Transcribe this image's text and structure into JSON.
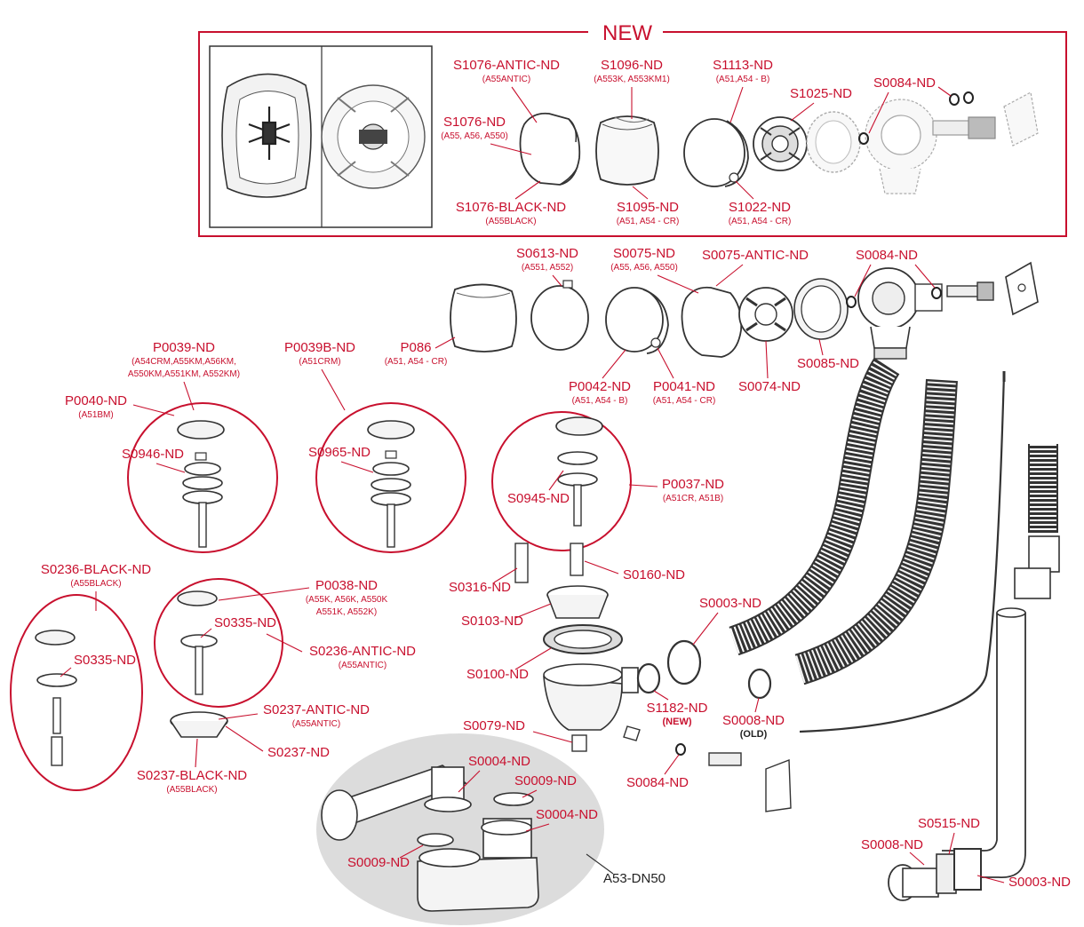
{
  "new_section": {
    "title": "NEW",
    "parts": [
      {
        "id": "n1",
        "code": "S1076-ANTIC-ND",
        "models": "(A55ANTIC)"
      },
      {
        "id": "n2",
        "code": "S1096-ND",
        "models": "(A553K, A553KM1)"
      },
      {
        "id": "n3",
        "code": "S1113-ND",
        "models": "(A51,A54 - B)"
      },
      {
        "id": "n4",
        "code": "S1025-ND",
        "models": ""
      },
      {
        "id": "n5",
        "code": "S0084-ND",
        "models": ""
      },
      {
        "id": "n6",
        "code": "S1076-ND",
        "models": "(A55, A56, A550)"
      },
      {
        "id": "n7",
        "code": "S1076-BLACK-ND",
        "models": "(A55BLACK)"
      },
      {
        "id": "n8",
        "code": "S1095-ND",
        "models": "(A51, A54 - CR)"
      },
      {
        "id": "n9",
        "code": "S1022-ND",
        "models": "(A51, A54 - CR)"
      }
    ]
  },
  "main_parts": [
    {
      "id": "m1",
      "code": "S0613-ND",
      "models": "(A551, A552)"
    },
    {
      "id": "m2",
      "code": "S0075-ND",
      "models": "(A55, A56, A550)"
    },
    {
      "id": "m3",
      "code": "S0075-ANTIC-ND",
      "models": ""
    },
    {
      "id": "m4",
      "code": "S0084-ND",
      "models": ""
    },
    {
      "id": "m5",
      "code": "P086",
      "models": "(A51, A54 - CR)"
    },
    {
      "id": "m6",
      "code": "S0085-ND",
      "models": ""
    },
    {
      "id": "m7",
      "code": "P0042-ND",
      "models": "(A51, A54 - B)"
    },
    {
      "id": "m8",
      "code": "P0041-ND",
      "models": "(A51, A54 - CR)"
    },
    {
      "id": "m9",
      "code": "S0074-ND",
      "models": ""
    },
    {
      "id": "m10",
      "code": "P0039-ND",
      "models": "(A54CRM,A55KM,A56KM,",
      "models2": "A550KM,A551KM, A552KM)"
    },
    {
      "id": "m11",
      "code": "P0039B-ND",
      "models": "(A51CRM)"
    },
    {
      "id": "m12",
      "code": "P0040-ND",
      "models": "(A51BM)"
    },
    {
      "id": "m13",
      "code": "S0946-ND",
      "models": ""
    },
    {
      "id": "m14",
      "code": "S0965-ND",
      "models": ""
    },
    {
      "id": "m15",
      "code": "S0945-ND",
      "models": ""
    },
    {
      "id": "m16",
      "code": "P0037-ND",
      "models": "(A51CR, A51B)"
    },
    {
      "id": "m17",
      "code": "S0316-ND",
      "models": ""
    },
    {
      "id": "m18",
      "code": "S0160-ND",
      "models": ""
    },
    {
      "id": "m19",
      "code": "S0103-ND",
      "models": ""
    },
    {
      "id": "m20",
      "code": "S0100-ND",
      "models": ""
    },
    {
      "id": "m21",
      "code": "S0003-ND",
      "models": ""
    },
    {
      "id": "m22",
      "code": "S0236-BLACK-ND",
      "models": "(A55BLACK)"
    },
    {
      "id": "m23",
      "code": "P0038-ND",
      "models": "(A55K, A56K, A550K",
      "models2": "A551K, A552K)"
    },
    {
      "id": "m24",
      "code": "S0335-ND",
      "models": ""
    },
    {
      "id": "m25",
      "code": "S0335-ND",
      "models": ""
    },
    {
      "id": "m26",
      "code": "S0236-ANTIC-ND",
      "models": "(A55ANTIC)"
    },
    {
      "id": "m27",
      "code": "S0237-ANTIC-ND",
      "models": "(A55ANTIC)"
    },
    {
      "id": "m28",
      "code": "S0237-ND",
      "models": ""
    },
    {
      "id": "m29",
      "code": "S0237-BLACK-ND",
      "models": "(A55BLACK)"
    },
    {
      "id": "m30",
      "code": "S1182-ND",
      "models": "",
      "note": "(NEW)"
    },
    {
      "id": "m31",
      "code": "S0008-ND",
      "models": "",
      "note": "(OLD)"
    },
    {
      "id": "m32",
      "code": "S0079-ND",
      "models": ""
    },
    {
      "id": "m33",
      "code": "S0084-ND",
      "models": ""
    },
    {
      "id": "m34",
      "code": "S0004-ND",
      "models": ""
    },
    {
      "id": "m35",
      "code": "S0009-ND",
      "models": ""
    },
    {
      "id": "m36",
      "code": "S0004-ND",
      "models": ""
    },
    {
      "id": "m37",
      "code": "S0009-ND",
      "models": ""
    },
    {
      "id": "m38",
      "code": "A53-DN50",
      "models": ""
    },
    {
      "id": "m39",
      "code": "S0515-ND",
      "models": ""
    },
    {
      "id": "m40",
      "code": "S0008-ND",
      "models": ""
    },
    {
      "id": "m41",
      "code": "S0003-ND",
      "models": ""
    }
  ],
  "colors": {
    "accent": "#c8102e",
    "line": "#333333",
    "group_fill": "#dcdcdc"
  }
}
